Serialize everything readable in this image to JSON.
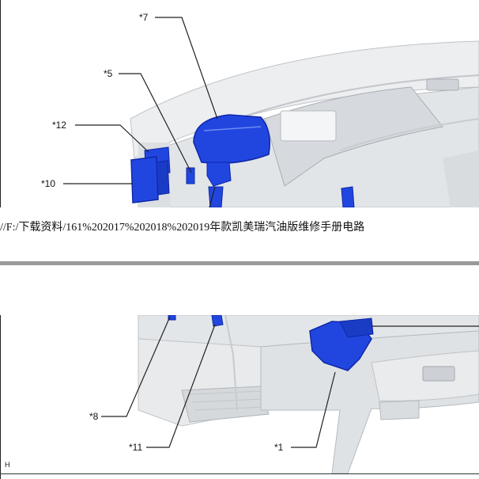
{
  "callouts_top": [
    "*7",
    "*5",
    "*12",
    "*10"
  ],
  "callouts_bottom": [
    "*8",
    "*11",
    "*1"
  ],
  "url_text": "//F:/下载资料/161%202017%202018%202019年款凯美瑞汽油版维修手册电路",
  "corner_mark": "H",
  "colors": {
    "highlight": "#2146e0",
    "highlight_dark": "#0f27a8",
    "interior": "#e6e8ea",
    "separator": "#999999"
  }
}
